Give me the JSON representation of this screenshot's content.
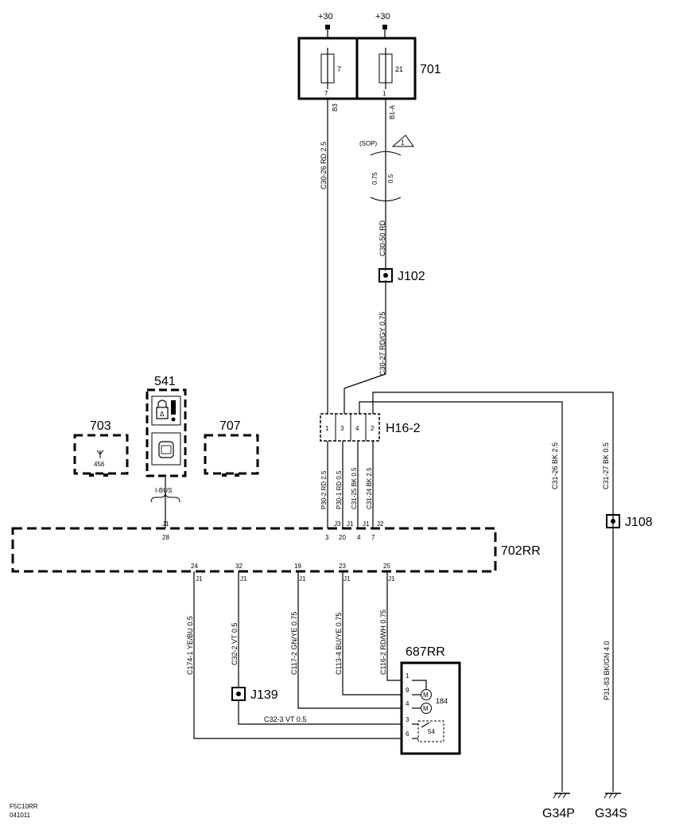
{
  "fuse_box": {
    "id": "701",
    "supply_left": "+30",
    "supply_right": "+30",
    "fuse_left": "7",
    "fuse_right": "21",
    "pin_left": "7",
    "pin_right": "1",
    "conn_left": "B3",
    "conn_right": "B1-A"
  },
  "sop": {
    "label": "(SOP)",
    "warning_num": "1",
    "alt_size_a": "0.75",
    "alt_size_b": "0.5"
  },
  "wires": {
    "c30_26": "C30-26  RD  2.5",
    "c30_50": "C30-50  RD",
    "c30_27": "C30-27  RD/GY  0.75",
    "p30_2": "P30-2  RD  2.5",
    "p30_1": "P30-1  RD  0.5",
    "c31_25": "C31-25  BK  0.5",
    "c31_24": "C31-24  BK  2.5",
    "c31_26": "C31-26  BK  2.5",
    "c31_27": "C31-27  BK  0.5",
    "p31_83": "P31-83  BK/GN  4.0",
    "c174_1": "C174-1  YE/BU  0.5",
    "c32_2": "C32-2  VT  0.5",
    "c117_2": "C117-2  GN/YE  0.75",
    "c113_4": "C113-4  BU/YE  0.75",
    "c116_2": "C116-2  RD/WH  0.75",
    "c32_3": "C32-3   VT   0.5"
  },
  "splices": {
    "j102": "J102",
    "j108": "J108",
    "j139": "J139"
  },
  "connector_h16": {
    "id": "H16-2",
    "pins": [
      "1",
      "3",
      "4",
      "2"
    ]
  },
  "module_702": {
    "id": "702RR",
    "top_pins": [
      {
        "conn": "J1",
        "pin": "28"
      },
      {
        "conn": "J3",
        "pin": "3"
      },
      {
        "conn": "J1",
        "pin": "20"
      },
      {
        "conn": "J1",
        "pin": "4"
      },
      {
        "conn": "J2",
        "pin": "7"
      }
    ],
    "bottom_pins": [
      {
        "conn": "J1",
        "pin": "24"
      },
      {
        "conn": "J1",
        "pin": "32"
      },
      {
        "conn": "J1",
        "pin": "19"
      },
      {
        "conn": "J1",
        "pin": "23"
      },
      {
        "conn": "J1",
        "pin": "25"
      }
    ]
  },
  "ibus": {
    "label": "I-BUS"
  },
  "comp_703": {
    "id": "703",
    "sub": "456"
  },
  "comp_541": {
    "id": "541"
  },
  "comp_707": {
    "id": "707"
  },
  "comp_687": {
    "id": "687RR",
    "pins": [
      "1",
      "9",
      "4",
      "3",
      "6"
    ],
    "motor_label": "184",
    "switch_label": "54",
    "motor_letter": "M"
  },
  "grounds": {
    "g34p": "G34P",
    "g34s": "G34S"
  },
  "footer": {
    "code": "F5C10RR",
    "date": "041011"
  }
}
